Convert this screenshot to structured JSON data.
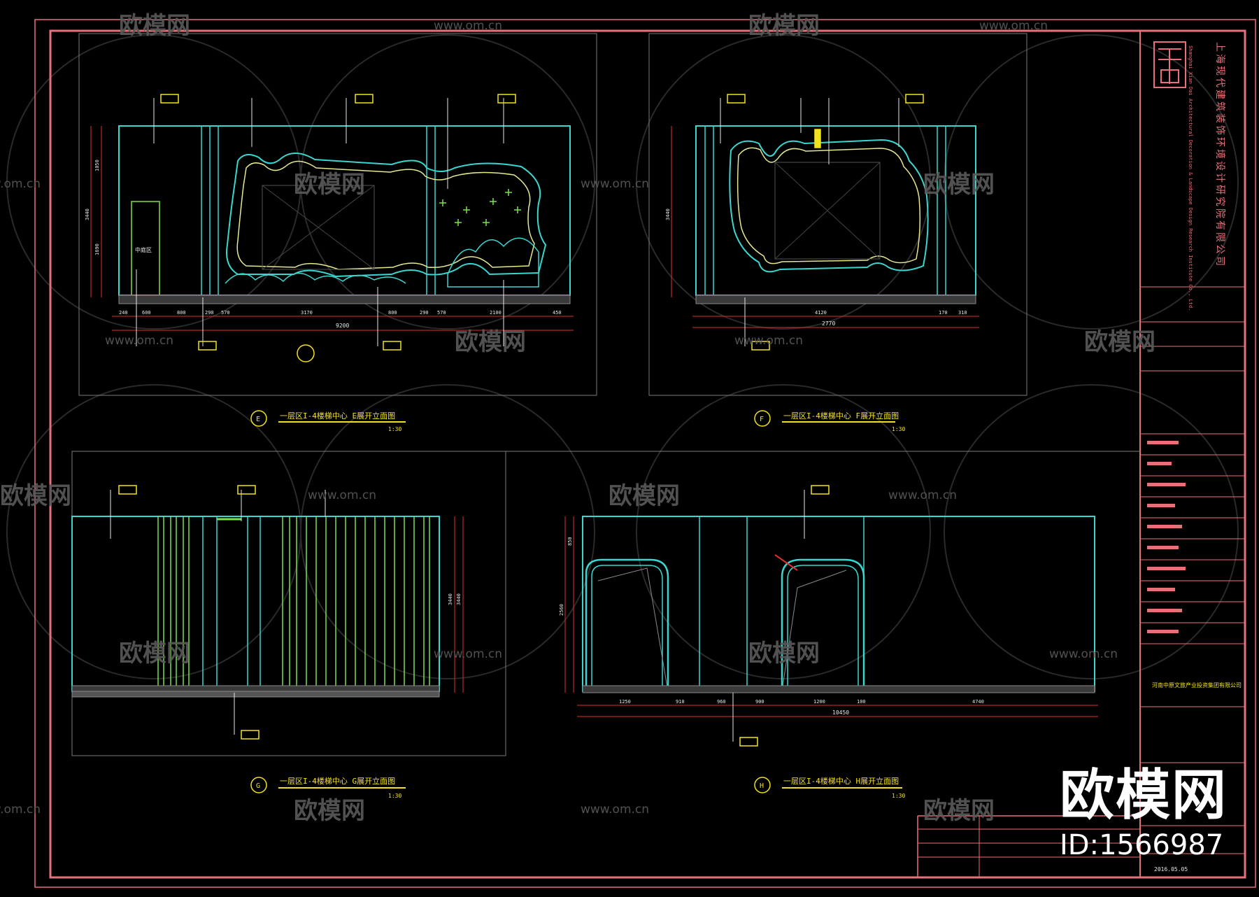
{
  "watermark": {
    "brand": "欧模网",
    "site": "www.om.cn",
    "id_label": "ID:1566987"
  },
  "colors": {
    "frame": "#e8707a",
    "cyan": "#3ad6d0",
    "yellow": "#f2e21e",
    "green": "#7ee04a",
    "gray": "#8a8a8a",
    "white": "#ffffff",
    "red": "#e03030"
  },
  "title_block": {
    "company_cn": "上海现代建筑装饰环境设计研究院有限公司",
    "company_en": "Shanghai Xian Dai Architectural Decoration & Landscape Design Research Institute Co., Ltd.",
    "client": "河南中原文旅产业投资集团有限公司",
    "date": "2016.05.05"
  },
  "views": [
    {
      "id": "E",
      "title": "一层区I-4楼梯中心 E展开立面图",
      "scale": "1:30",
      "dims_bottom": [
        "240",
        "600",
        "800",
        "290",
        "570",
        "3170",
        "800",
        "290",
        "570",
        "2100",
        "450"
      ],
      "total": "9200",
      "dims_left": [
        "1050",
        "3440",
        "1690"
      ],
      "door_label": "中庭区"
    },
    {
      "id": "F",
      "title": "一层区I-4楼梯中心 F展开立面图",
      "scale": "1:30",
      "dims_bottom": [
        "4120",
        "170",
        "310"
      ],
      "total": "2770",
      "dims_left": [
        "3440"
      ]
    },
    {
      "id": "G",
      "title": "一层区I-4楼梯中心 G展开立面图",
      "scale": "1:30",
      "dims_right": [
        "3440",
        "3440"
      ]
    },
    {
      "id": "H",
      "title": "一层区I-4楼梯中心 H展开立面图",
      "scale": "1:30",
      "dims_bottom": [
        "1250",
        "910",
        "960",
        "900",
        "1200",
        "100",
        "4740"
      ],
      "total": "10450",
      "dims_left": [
        "850",
        "2560"
      ]
    }
  ]
}
